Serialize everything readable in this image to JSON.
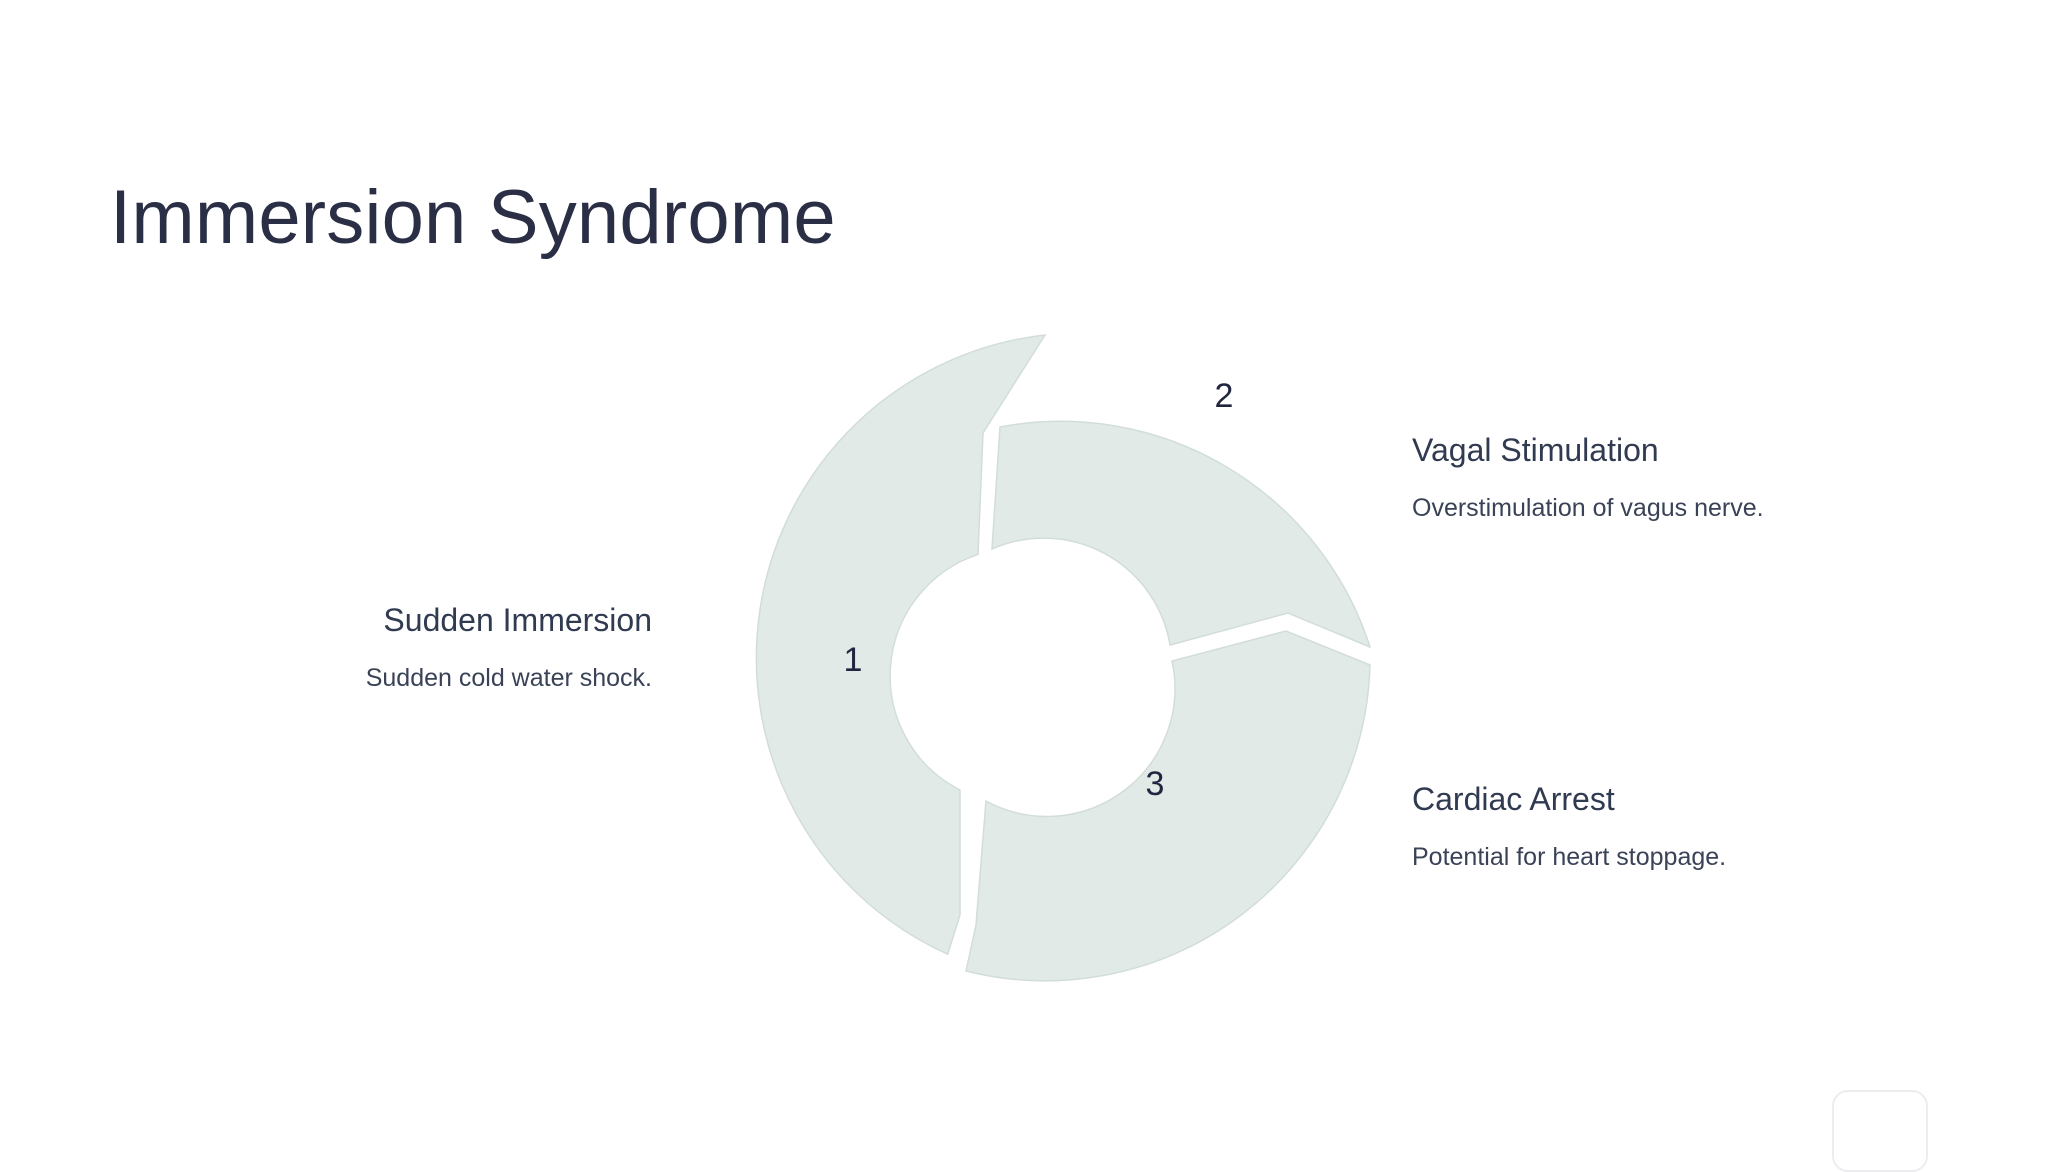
{
  "page": {
    "title": "Immersion Syndrome",
    "background_color": "#ffffff",
    "title_color": "#2b2f45"
  },
  "colors": {
    "segment_fill": "#e1eae7",
    "segment_stroke": "#d2ddd9",
    "divider": "#ffffff",
    "number_color": "#202640",
    "label_title_color": "#303a50",
    "label_desc_color": "#3a4257"
  },
  "chart_data": {
    "type": "pie",
    "title": "Immersion Syndrome",
    "variant": "donut",
    "slice_count": 3,
    "equal_slices": true,
    "values": [
      33.33,
      33.33,
      33.33
    ],
    "categories": [
      "Sudden Immersion",
      "Vagal Stimulation",
      "Cardiac Arrest"
    ],
    "labels": [
      "1",
      "2",
      "3"
    ],
    "legend": "none",
    "grid": false
  },
  "diagram": {
    "center_label_1": "1",
    "center_label_2": "2",
    "center_label_3": "3",
    "segments": [
      {
        "number": "1",
        "title": "Sudden Immersion",
        "description": "Sudden cold water shock."
      },
      {
        "number": "2",
        "title": "Vagal Stimulation",
        "description": "Overstimulation of vagus nerve."
      },
      {
        "number": "3",
        "title": "Cardiac Arrest",
        "description": "Potential for heart stoppage."
      }
    ]
  }
}
